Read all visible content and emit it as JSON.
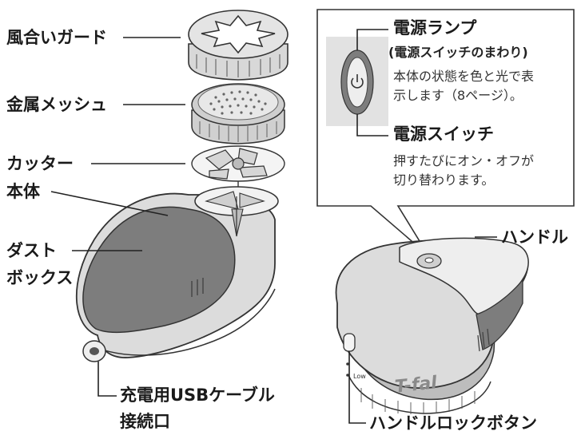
{
  "labels": {
    "guard": "風合いガード",
    "mesh": "金属メッシュ",
    "cutter": "カッター",
    "body": "本体",
    "dustbox_line1": "ダスト",
    "dustbox_line2": "ボックス",
    "usb_line1": "充電用USBケーブル",
    "usb_line2": "接続口",
    "handle": "ハンドル",
    "handle_lock": "ハンドルロックボタン"
  },
  "callout": {
    "lamp_title": "電源ランプ",
    "lamp_subtitle": "(電源スイッチのまわり)",
    "lamp_desc_line1": "本体の状態を色と光で表",
    "lamp_desc_line2": "示します（8ページ）。",
    "switch_title": "電源スイッチ",
    "switch_desc_line1": "押すたびにオン・オフが",
    "switch_desc_line2": "切り替わります。"
  },
  "device": {
    "brand": "T-fal",
    "speed_label": "Low"
  },
  "colors": {
    "body_grey": "#dcdcdc",
    "dark_grey": "#7d7d7d",
    "outline": "#333333"
  }
}
